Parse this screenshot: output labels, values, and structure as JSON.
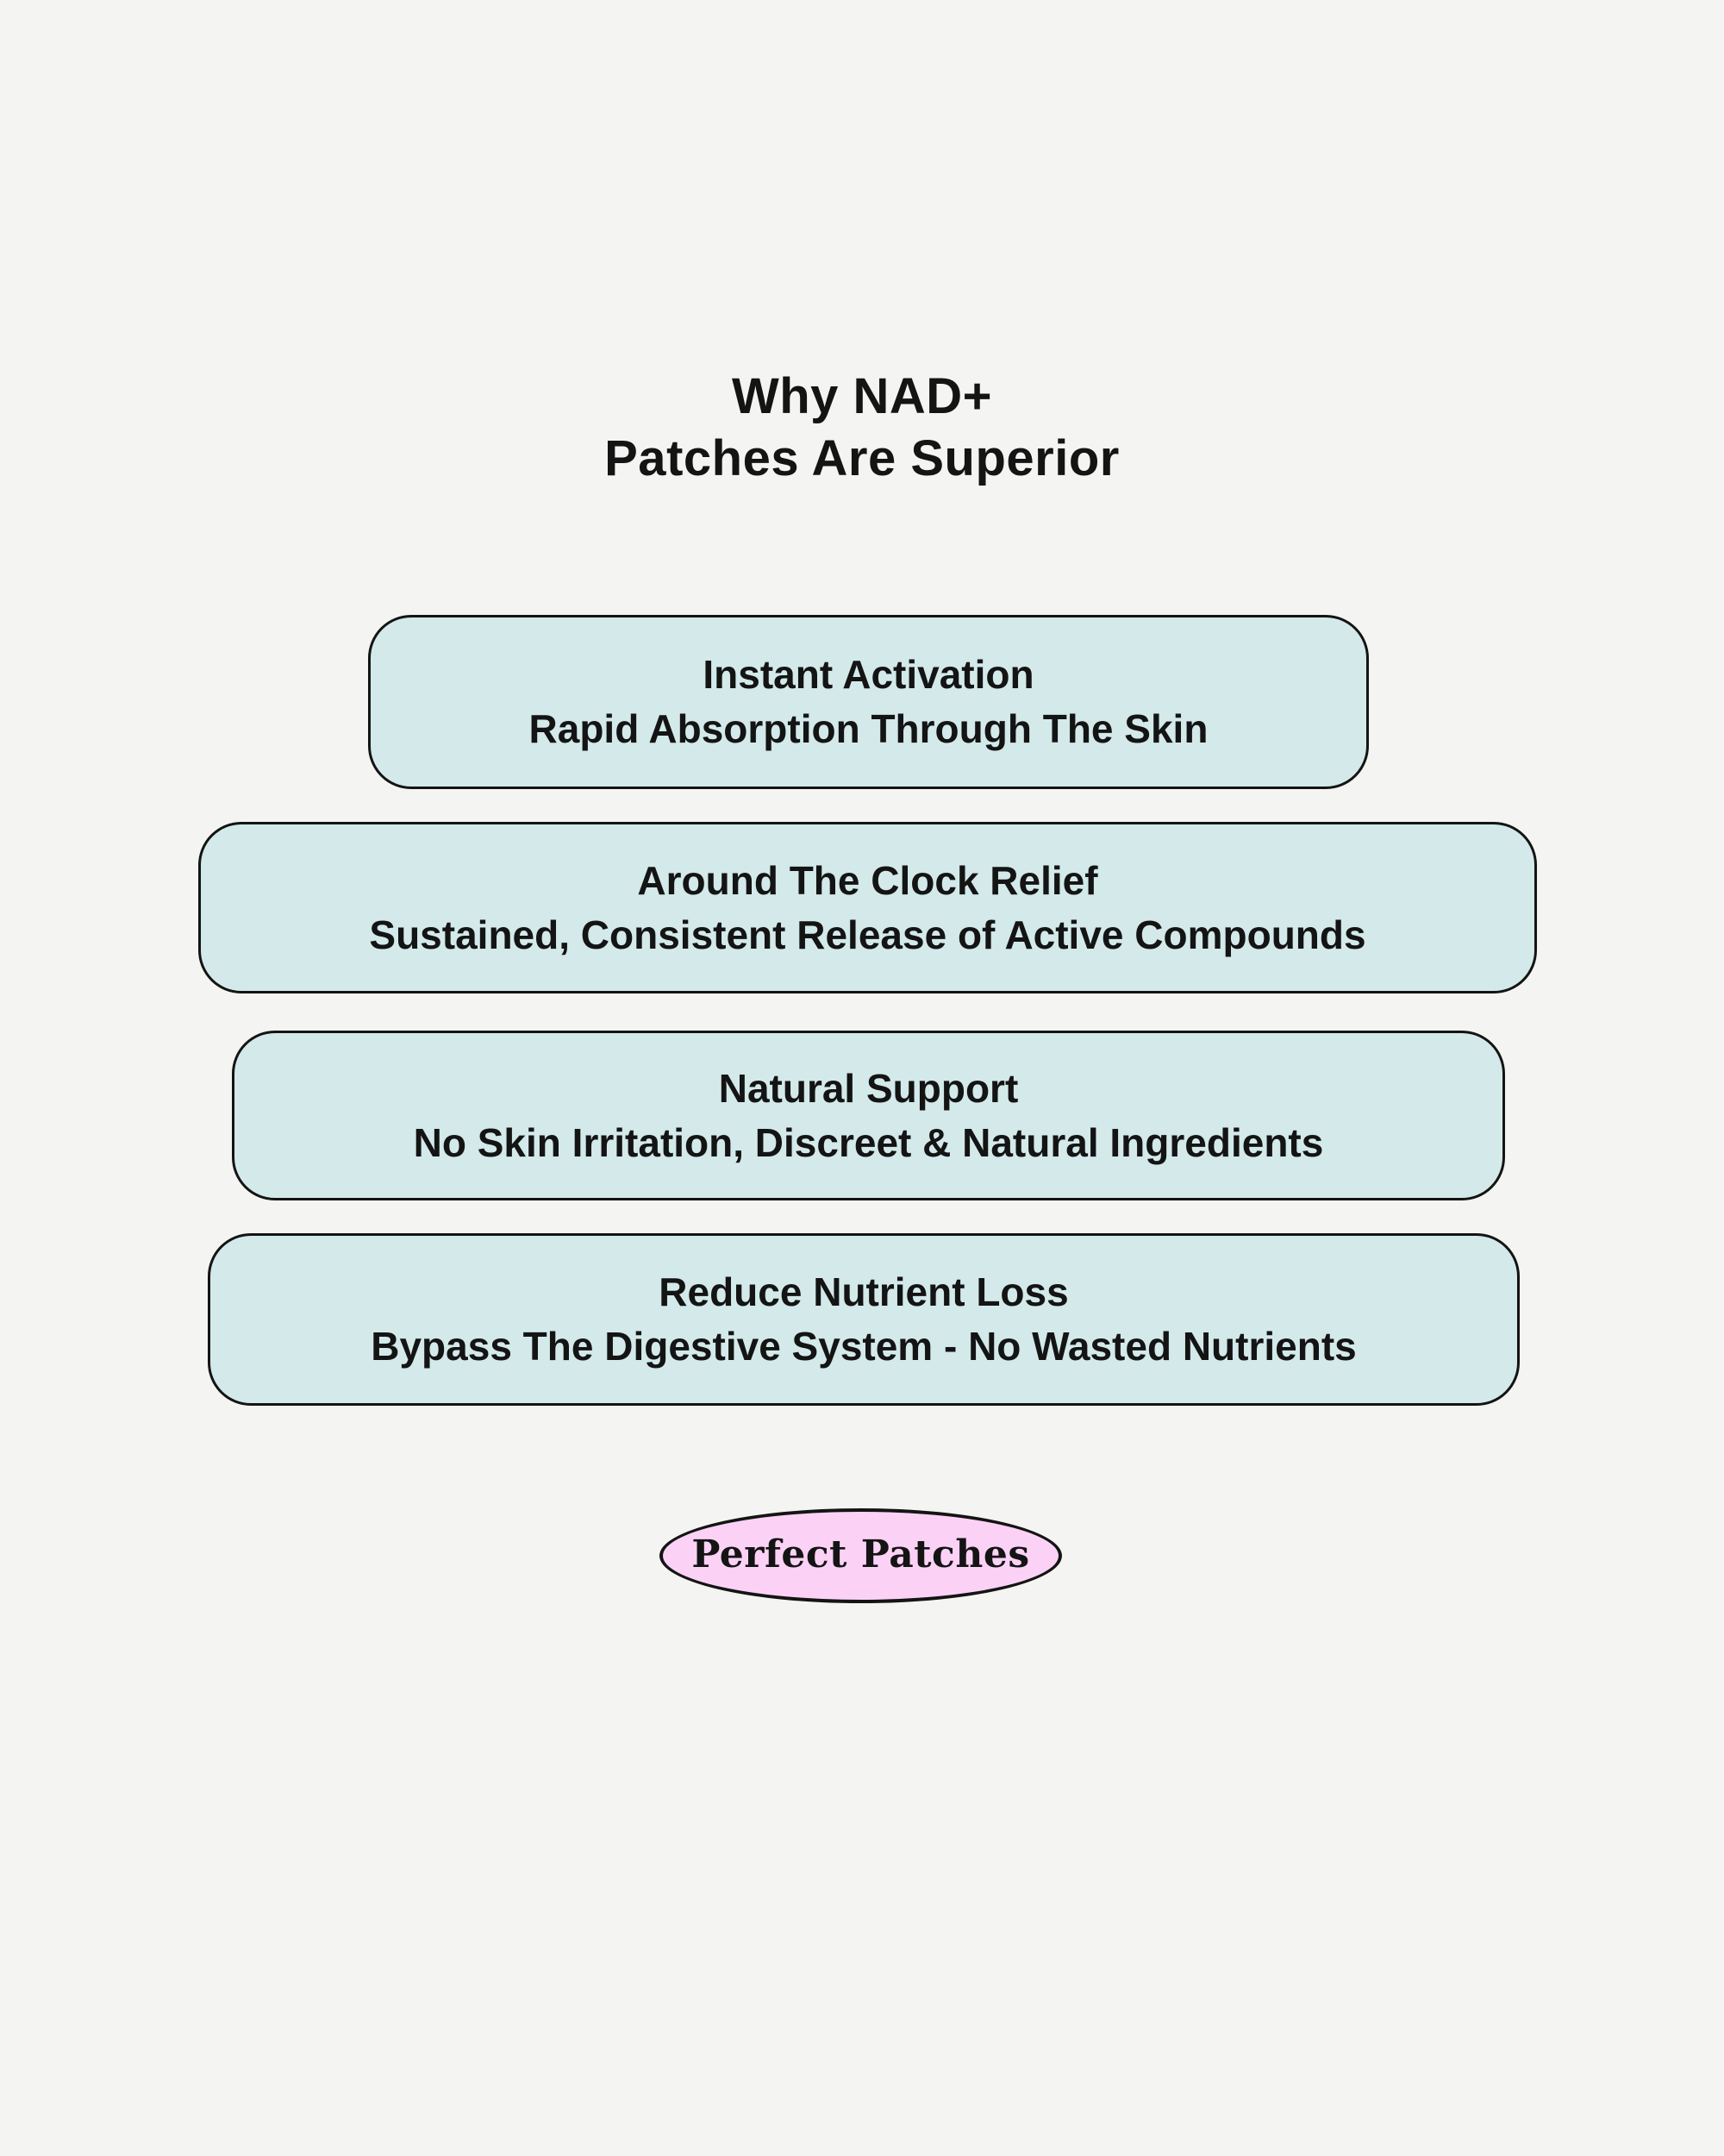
{
  "title": {
    "line1": "Why NAD+",
    "line2": "Patches Are Superior"
  },
  "benefits": [
    {
      "heading": "Instant Activation",
      "description": "Rapid Absorption Through The Skin"
    },
    {
      "heading": "Around The Clock Relief",
      "description": "Sustained, Consistent Release of Active Compounds"
    },
    {
      "heading": "Natural Support",
      "description": "No Skin Irritation, Discreet & Natural Ingredients"
    },
    {
      "heading": "Reduce Nutrient Loss",
      "description": "Bypass The Digestive System - No Wasted Nutrients"
    }
  ],
  "brand": {
    "name": "Perfect Patches"
  },
  "colors": {
    "background": "#f4f4f2",
    "card_fill": "#d3e9ea",
    "badge_fill": "#fbd2f6",
    "border_and_text": "#141414"
  }
}
